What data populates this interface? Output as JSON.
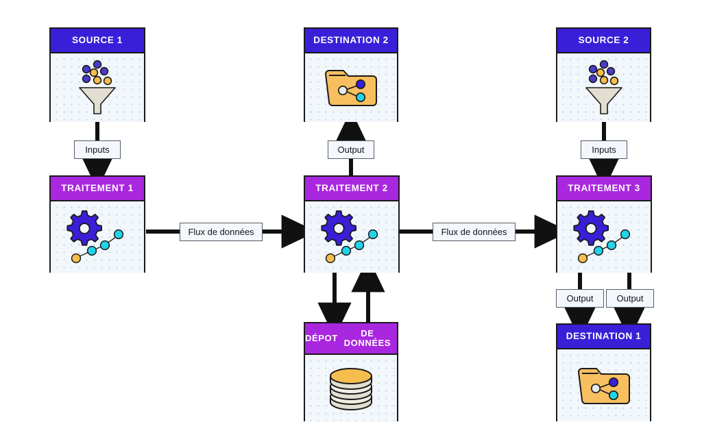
{
  "diagram": {
    "title_lang": "fr",
    "colors": {
      "header_source": "#3a1fd8",
      "header_process": "#a927df",
      "body_bg": "#f2f7fc",
      "outline": "#1a1a1a",
      "accent_blue": "#4b3bc8",
      "accent_amber": "#f5bc4e",
      "accent_cyan": "#22d3e8",
      "gear_purple": "#3b1fd6",
      "folder": "#f7bf5f",
      "funnel": "#e3ded2"
    },
    "nodes": [
      {
        "id": "source1",
        "title": "SOURCE 1",
        "title_line2": "",
        "kind": "source",
        "icon": "funnel-icon"
      },
      {
        "id": "destination2",
        "title": "DESTINATION 2",
        "title_line2": "",
        "kind": "destination",
        "icon": "folder-share-icon"
      },
      {
        "id": "source2",
        "title": "SOURCE 2",
        "title_line2": "",
        "kind": "source",
        "icon": "funnel-icon"
      },
      {
        "id": "traitement1",
        "title": "TRAITEMENT 1",
        "title_line2": "",
        "kind": "process",
        "icon": "gear-chart-icon"
      },
      {
        "id": "traitement2",
        "title": "TRAITEMENT 2",
        "title_line2": "",
        "kind": "process",
        "icon": "gear-chart-icon"
      },
      {
        "id": "traitement3",
        "title": "TRAITEMENT 3",
        "title_line2": "",
        "kind": "process",
        "icon": "gear-chart-icon"
      },
      {
        "id": "depot",
        "title": "DÉPOT",
        "title_line2": "DE DONNÉES",
        "kind": "process",
        "icon": "database-icon"
      },
      {
        "id": "destination1",
        "title": "DESTINATION 1",
        "title_line2": "",
        "kind": "destination",
        "icon": "folder-share-icon"
      }
    ],
    "edge_labels": [
      {
        "id": "inputs-left",
        "text": "Inputs"
      },
      {
        "id": "output-top",
        "text": "Output"
      },
      {
        "id": "inputs-right",
        "text": "Inputs"
      },
      {
        "id": "flux-left",
        "text": "Flux de données"
      },
      {
        "id": "flux-right",
        "text": "Flux de données"
      },
      {
        "id": "output-left",
        "text": "Output"
      },
      {
        "id": "output-right",
        "text": "Output"
      }
    ]
  }
}
